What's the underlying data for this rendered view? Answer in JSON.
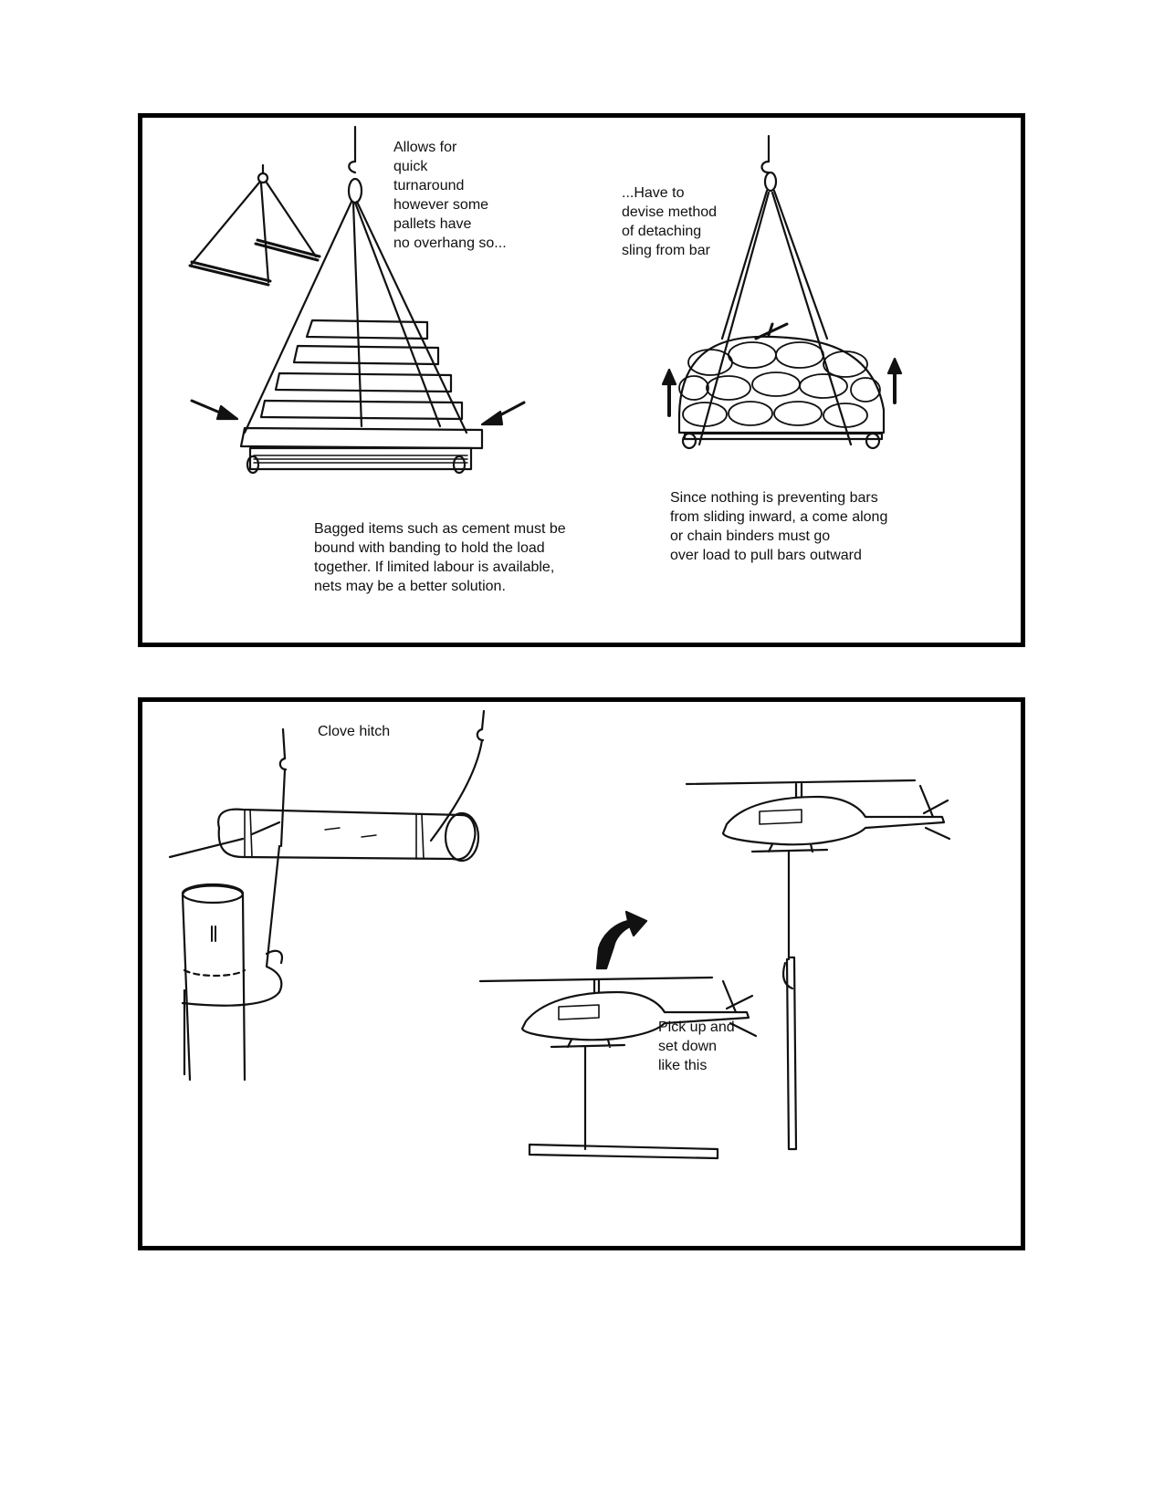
{
  "panel_1": {
    "note_quick_turnaround": "Allows for\nquick\nturnaround\nhowever some\npallets have\nno overhang so...",
    "note_detaching": "...Have to\ndevise method\nof detaching\nsling from bar",
    "note_bagged_items": "Bagged items such as cement must be\nbound with banding to hold the load\ntogether. If limited labour is available,\nnets may be a better solution.",
    "note_bars_sliding": "Since nothing is preventing bars\nfrom sliding inward, a come along\nor chain binders must go\nover load to pull bars outward"
  },
  "panel_2": {
    "note_clove_hitch": "Clove hitch",
    "note_pick_up": "Pick up and\nset down\nlike this"
  }
}
